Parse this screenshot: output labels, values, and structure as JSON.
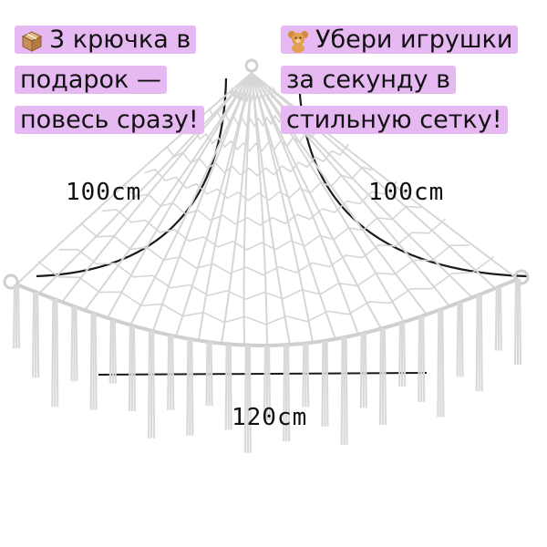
{
  "promo_left": {
    "icon": "box-icon",
    "lines": [
      "3 крючка в",
      "подарок —",
      "повесь сразу!"
    ]
  },
  "promo_right": {
    "icon": "teddy-bear-icon",
    "lines": [
      "Убери игрушки",
      "за секунду в",
      "стильную сетку!"
    ]
  },
  "dimensions": {
    "left_side": "100cm",
    "right_side": "100cm",
    "bottom_width": "120cm"
  },
  "colors": {
    "highlight": "#e7b9f3",
    "net": "#d9d9d9",
    "line": "#1a1a1a"
  },
  "product": "toy-storage-hammock-net"
}
